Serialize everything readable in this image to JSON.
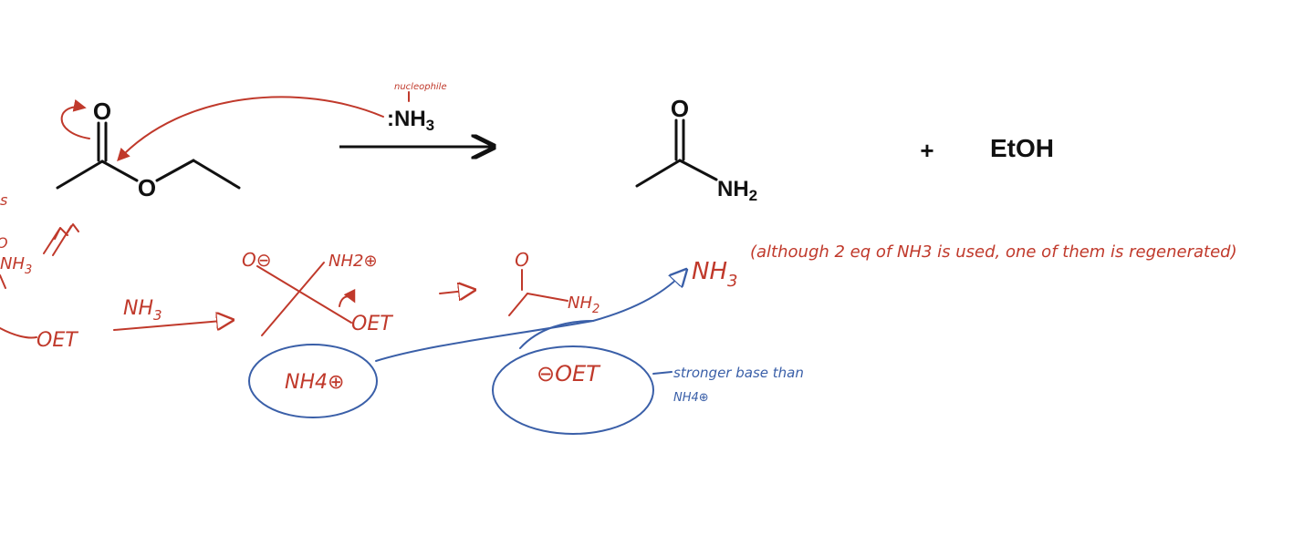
{
  "reaction": {
    "reactant_carbonyl_o": "O",
    "reactant_ester_o": "O",
    "reagent": "NH3",
    "reagent_note": "nucleophile",
    "product_carbonyl_o": "O",
    "product_amine": "NH2",
    "plus": "+",
    "byproduct": "EtOH"
  },
  "mechanism": {
    "left_fragment": "OET",
    "left_nh3": "NH3",
    "left_side_mark": "s",
    "left_o": "O",
    "step_reagent": "NH3",
    "intermediate_o": "O⊖",
    "intermediate_nh2": "NH2⊕",
    "intermediate_oet": "OET",
    "product_o": "O",
    "product_nh2": "NH2",
    "regen_nh3": "NH3",
    "regen_note": "(although 2 eq of NH3 is used, one of them is regenerated)",
    "nh4": "NH4⊕",
    "ethoxide": "⊖OET",
    "base_note_1": "stronger base than",
    "base_note_2": "NH4⊕"
  },
  "colors": {
    "ink": "#111111",
    "red_annotation": "#c0392b",
    "blue_annotation": "#3a5fa8"
  }
}
